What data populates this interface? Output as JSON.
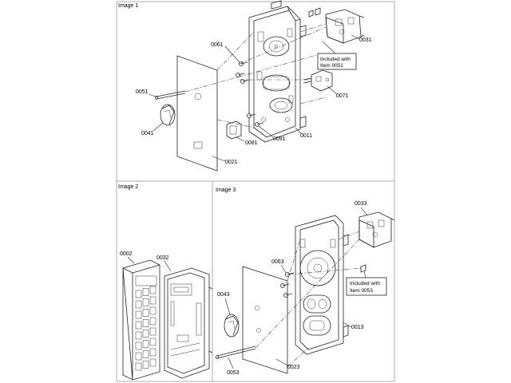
{
  "panels": {
    "image1": "Image 1",
    "image2": "Image 2",
    "image3": "Image 3"
  },
  "image1": {
    "parts": {
      "p0061": "0061",
      "p0031": "0031",
      "p0051": "0051",
      "p0071": "0071",
      "p0041": "0041",
      "p0081": "0081",
      "p0091": "0091",
      "p0011": "0011",
      "p0021": "0021"
    },
    "note": {
      "line1": "Included with",
      "line2": "Item 0051"
    }
  },
  "image2": {
    "parts": {
      "p0002": "0002",
      "p0032": "0032"
    }
  },
  "image3": {
    "parts": {
      "p0033": "0033",
      "p0063": "0063",
      "p0043": "0043",
      "p0013": "0013",
      "p0053": "0053",
      "p0023": "0023"
    },
    "note": {
      "line1": "Included with",
      "line2": "Item 0053"
    }
  }
}
